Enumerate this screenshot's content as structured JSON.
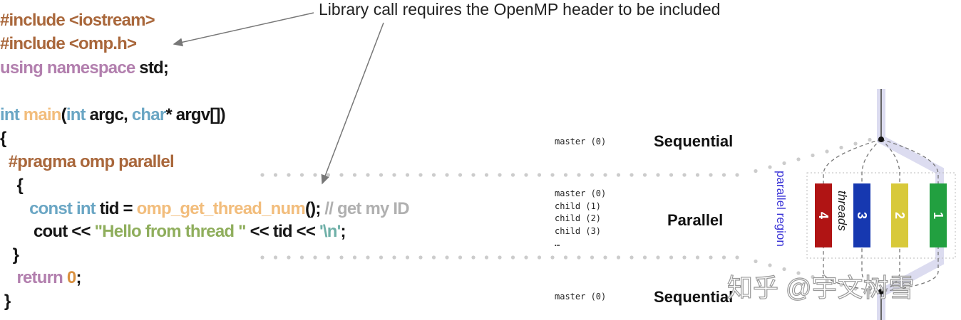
{
  "annotation": "Library call requires the OpenMP header to be included",
  "colors": {
    "preproc": "#a9673b",
    "keyword": "#b27fae",
    "type": "#6aa6c4",
    "func": "#f2bd7c",
    "string": "#8fae5c",
    "comment": "#b0b0b0",
    "number": "#d9903f",
    "text": "#151515",
    "escape": "#6fb0a8",
    "region": "#3a33d6"
  },
  "code": [
    [
      [
        "preproc",
        "#include <iostream>"
      ]
    ],
    [
      [
        "preproc",
        "#include <omp.h>"
      ]
    ],
    [
      [
        "keyword",
        "using namespace "
      ],
      [
        "text",
        "std;"
      ]
    ],
    [],
    [
      [
        "type",
        "int "
      ],
      [
        "func",
        "main"
      ],
      [
        "text",
        "("
      ],
      [
        "type",
        "int "
      ],
      [
        "text",
        "argc, "
      ],
      [
        "type",
        "char"
      ],
      [
        "text",
        "* argv[])"
      ]
    ],
    [
      [
        "text",
        "{"
      ]
    ],
    [
      [
        "preproc",
        "  #pragma omp parallel"
      ]
    ],
    [
      [
        "text",
        "    {"
      ]
    ],
    [
      [
        "type",
        "       const int "
      ],
      [
        "text",
        "tid = "
      ],
      [
        "func",
        "omp_get_thread_num"
      ],
      [
        "text",
        "(); "
      ],
      [
        "comment",
        "// get my ID"
      ]
    ],
    [
      [
        "text",
        "        cout << "
      ],
      [
        "string",
        "\"Hello from thread \""
      ],
      [
        "text",
        " << tid << "
      ],
      [
        "escape",
        "'\\n'"
      ],
      [
        "text",
        ";"
      ]
    ],
    [
      [
        "text",
        "   }"
      ]
    ],
    [
      [
        "keyword",
        "    return "
      ],
      [
        "number",
        "0"
      ],
      [
        "text",
        ";"
      ]
    ],
    [
      [
        "text",
        " }"
      ]
    ]
  ],
  "threads_list": {
    "seq1": "master (0)",
    "par": "master (0)\nchild (1)\nchild (2)\nchild (3)\n…",
    "seq2": "master (0)"
  },
  "phases": {
    "seq1": "Sequential",
    "par": "Parallel",
    "seq2": "Sequential"
  },
  "region_label": "parallel region",
  "threads_label": "threads",
  "thread_bars": [
    {
      "label": "4",
      "color": "#b01414"
    },
    {
      "label": "3",
      "color": "#1638b0"
    },
    {
      "label": "2",
      "color": "#d8c93a"
    },
    {
      "label": "1",
      "color": "#22a040"
    }
  ],
  "watermark": "知乎 @宇文树雪"
}
